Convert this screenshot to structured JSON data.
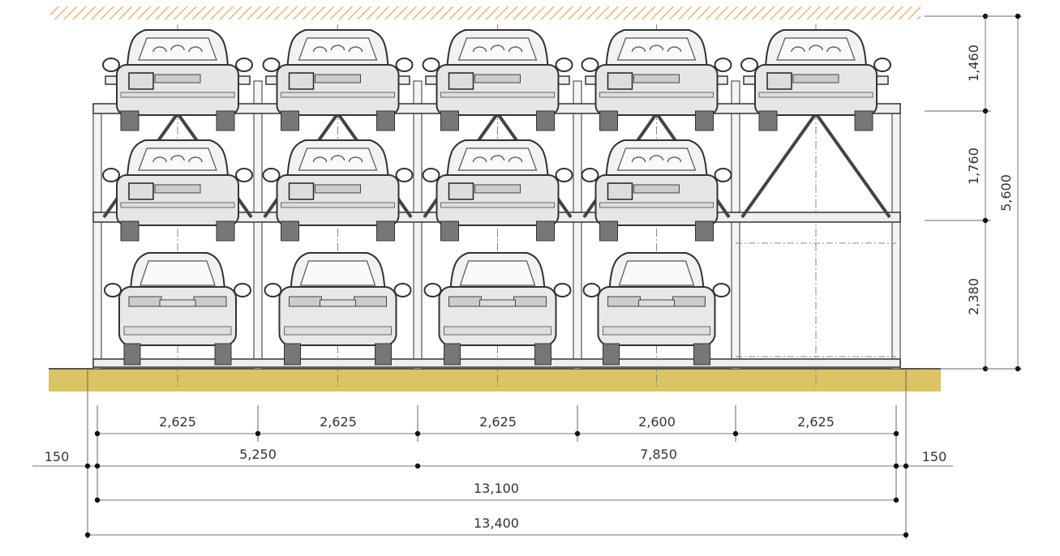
{
  "title": "Multi-level parking system elevation",
  "colors": {
    "ground": "#dbc463",
    "hatch": "#e8b774",
    "steel": "#444444"
  },
  "horizontal_dimensions": {
    "bays": [
      "2,625",
      "2,625",
      "2,625",
      "2,600",
      "2,625"
    ],
    "groups": {
      "left_offset": "150",
      "group_a": "5,250",
      "group_b": "7,850",
      "right_offset": "150"
    },
    "inner_total": "13,100",
    "overall_total": "13,400"
  },
  "vertical_dimensions": {
    "levels": [
      "1,460",
      "1,760",
      "2,380"
    ],
    "overall_height": "5,600"
  },
  "parking": {
    "bays": 5,
    "top_row_cars": 5,
    "middle_row_cars": 4,
    "bottom_row_cars": 4
  }
}
